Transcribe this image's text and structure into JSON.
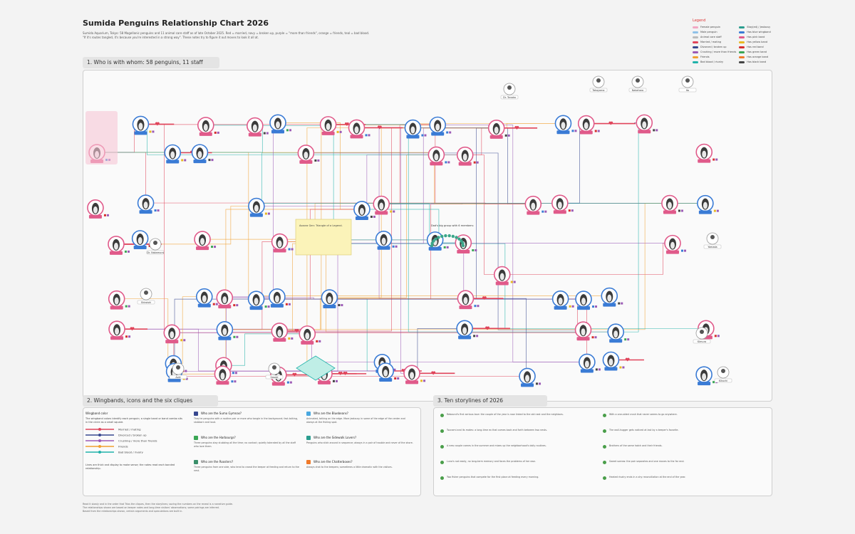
{
  "page": {
    "title": "Sumida Penguins Relationship Chart 2026",
    "subtitle_line1": "Sumida Aquarium, Tokyo: 58 Magellanic penguins and 11 animal care staff as of late October 2025. Red = married, navy = broken up, purple = \"more than friends\", orange = friends, teal = bad blood.",
    "subtitle_line2": "\"If it's routes tangled, it's because you're interested in a strong way\". These notes try to figure it out moves to look it all at.",
    "footnote_line1": "Read it slowly and in the order that Trios the cliques, then the storylines; saving the numbers on the reveal is a narrative guide.",
    "footnote_line2": "The relationships shown are based on keeper notes and long-time visitors' observations; some pairings are inferred.",
    "footnote_line3": "Based from the relationships shown, certain arguments and speculations are built in."
  },
  "legend": {
    "title": "Legend",
    "items": [
      {
        "label": "Female penguin",
        "color": "#f2a7c3"
      },
      {
        "label": "Stay(ed) / Jealousy",
        "color": "#2a9d8f"
      },
      {
        "label": "Male penguin",
        "color": "#8fc1e8"
      },
      {
        "label": "Has blue wingband",
        "color": "#3a7bd5"
      },
      {
        "label": "Animal care staff",
        "color": "#bbbbbb"
      },
      {
        "label": "Has pink band",
        "color": "#e05a8a"
      },
      {
        "label": "Married / mating",
        "color": "#e0445a"
      },
      {
        "label": "Has yellow band",
        "color": "#e8b923"
      },
      {
        "label": "Divorced / broken up",
        "color": "#37478f"
      },
      {
        "label": "Has red band",
        "color": "#d62d2d"
      },
      {
        "label": "Crushing / more than friends",
        "color": "#9b59b6"
      },
      {
        "label": "Has green band",
        "color": "#3aa655"
      },
      {
        "label": "Friends",
        "color": "#f0a030"
      },
      {
        "label": "Has orange band",
        "color": "#f07a2a"
      },
      {
        "label": "Bad blood / rivalry",
        "color": "#20b2aa"
      },
      {
        "label": "Has black band",
        "color": "#444444"
      }
    ]
  },
  "sections": {
    "s1": "1. Who is with whom: 58 penguins, 11 staff",
    "s2": "2. Wingbands, icons and the six cliques",
    "s3": "3. Ten storylines of 2026"
  },
  "section2": {
    "key_title": "Wingband color",
    "key_lines": [
      "The wingband colors identify each penguin; a single band or band combo sits in the circle as a small square.",
      "Married / mating",
      "Divorced / broken up",
      "Crushing / more than friends",
      "Friends",
      "Bad blood / rivalry"
    ],
    "key_note": "Lines are thick and display to make sense; the notes read each bonded relationship.",
    "cliques": [
      {
        "title": "Who are the Sumo Gymnas?",
        "color": "#37478f",
        "text": "They're penguins with a routine pair or more who tangle in the background; fast-talking, stubborn and loud."
      },
      {
        "title": "Who are the Bluebeans?",
        "color": "#4aa8e0",
        "text": "Animated, talking on the edge. More jealousy in some of the edge of the center and always at the fishing spot."
      },
      {
        "title": "Who are the Harbourgs?",
        "color": "#3aa655",
        "text": "Three penguins stay stubbing all the time; no contact; quietly tolerated by all the staff who love them."
      },
      {
        "title": "Who are the Sidewalk Lovers?",
        "color": "#2a9d8f",
        "text": "Penguins who stick around in sequence; always in a pair of trouble and never of the shore."
      },
      {
        "title": "Who are the Roosters?",
        "color": "#3a8f6a",
        "text": "Three penguins from one side, who tend to crowd the keeper at feeding and return to the nest."
      },
      {
        "title": "Who are the Chatterboxes?",
        "color": "#f07a2a",
        "text": "Always chat to the keepers; sometimes a little dramatic with the visitors."
      }
    ]
  },
  "section3": {
    "stories": [
      "Rebound's first serious love: the couple of the year is now linked to the old nest and the neighbors.",
      "Tsunami and its mates: a long-time ex that comes back and forth between two nests.",
      "A new couple comes in the summer and mixes up the neighborhood's daily routines.",
      "Luna's not ready, no long-term memory and faces the problems of her own.",
      "Two fisher penguins that compete for the first place at feeding every morning.",
      "With a one-sided crush that never seems to go anywhere.",
      "The wall-hugger gets noticed at last by a keeper's favorite.",
      "Brothers of the same hatch and their friends.",
      "Sweet sorrow: the pair separates and one moves to the far end.",
      "Heated rivalry ends in a shy reconciliation at the end of the year."
    ]
  },
  "diagram": {
    "staff": [
      {
        "name": "Dr. Nakamura"
      },
      {
        "name": "Shiroishi"
      },
      {
        "name": "Takayama"
      },
      {
        "name": "Nakahara"
      },
      {
        "name": "Ito"
      },
      {
        "name": "Yamada"
      },
      {
        "name": "Kimura"
      },
      {
        "name": "Aoki"
      },
      {
        "name": "Sasaki"
      },
      {
        "name": "Kikuchi"
      },
      {
        "name": "Dr. Tanaka"
      }
    ],
    "special_box": "Aozora Gen: Triangle of a Legend.",
    "cluster_label": "Dad's big group with 6 members:"
  }
}
